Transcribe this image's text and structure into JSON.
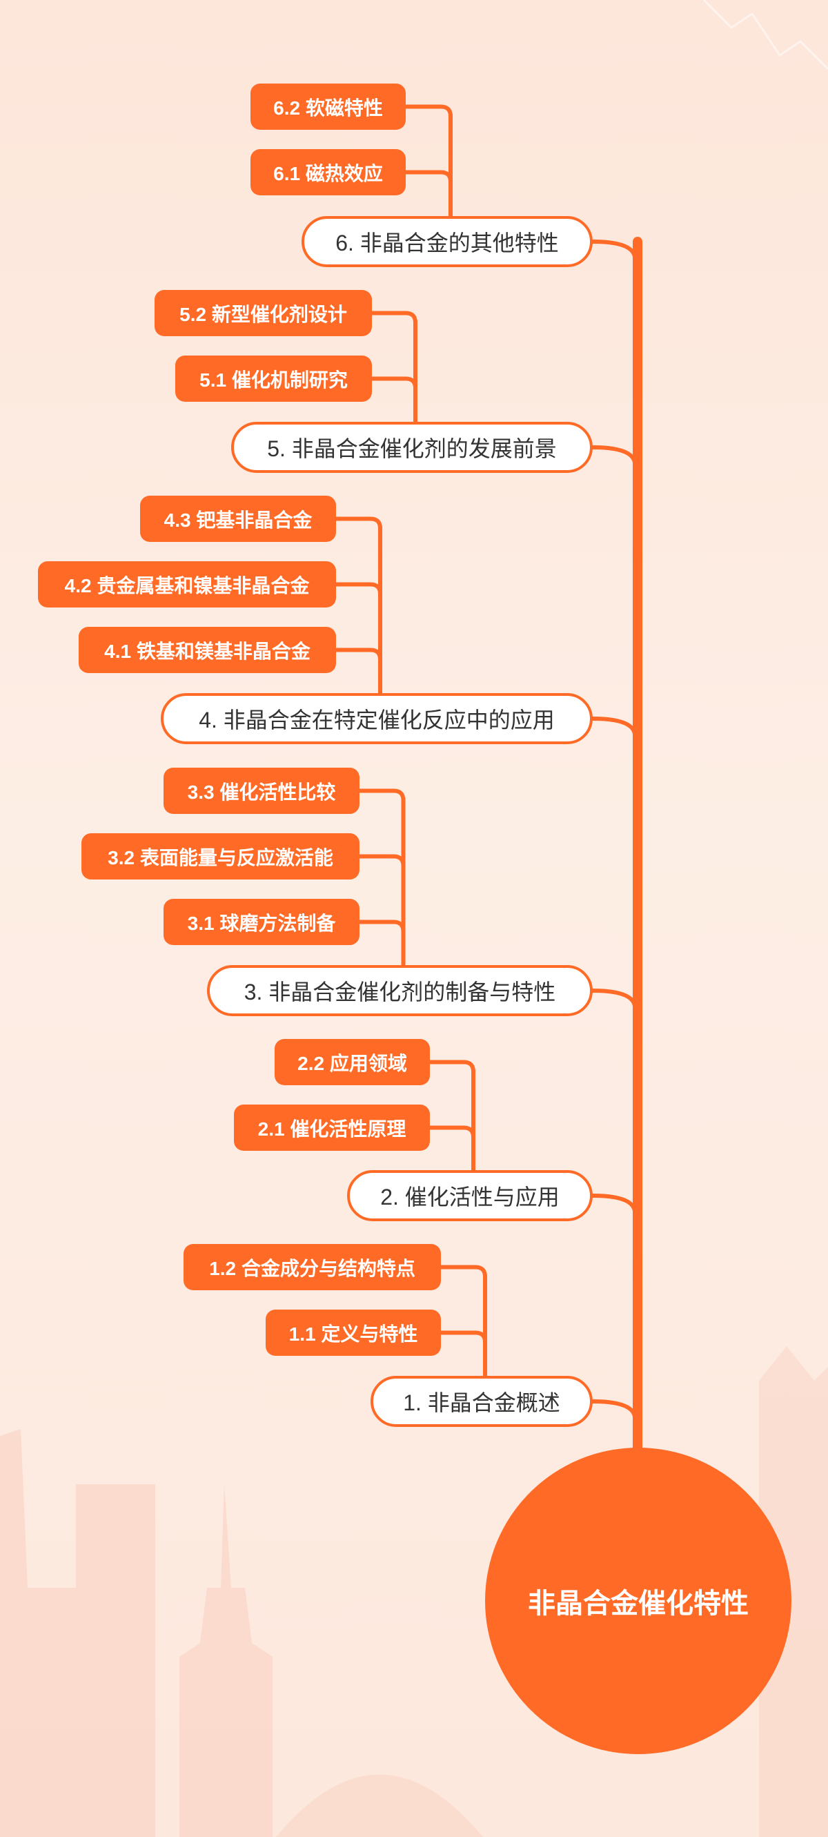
{
  "colors": {
    "accent": "#ff6b26",
    "topic_fill": "#ffffff",
    "background": "#fde9df"
  },
  "root": {
    "label": "非晶合金催化特性"
  },
  "topics": [
    {
      "label": "6. 非晶合金的其他特性",
      "subs": [
        "6.2 软磁特性",
        "6.1 磁热效应"
      ]
    },
    {
      "label": "5. 非晶合金催化剂的发展前景",
      "subs": [
        "5.2 新型催化剂设计",
        "5.1 催化机制研究"
      ]
    },
    {
      "label": "4. 非晶合金在特定催化反应中的应用",
      "subs": [
        "4.3 钯基非晶合金",
        "4.2 贵金属基和镍基非晶合金",
        "4.1 铁基和镁基非晶合金"
      ]
    },
    {
      "label": "3. 非晶合金催化剂的制备与特性",
      "subs": [
        "3.3 催化活性比较",
        "3.2 表面能量与反应激活能",
        "3.1 球磨方法制备"
      ]
    },
    {
      "label": "2. 催化活性与应用",
      "subs": [
        "2.2 应用领域",
        "2.1 催化活性原理"
      ]
    },
    {
      "label": "1. 非晶合金概述",
      "subs": [
        "1.2 合金成分与结构特点",
        "1.1 定义与特性"
      ]
    }
  ]
}
